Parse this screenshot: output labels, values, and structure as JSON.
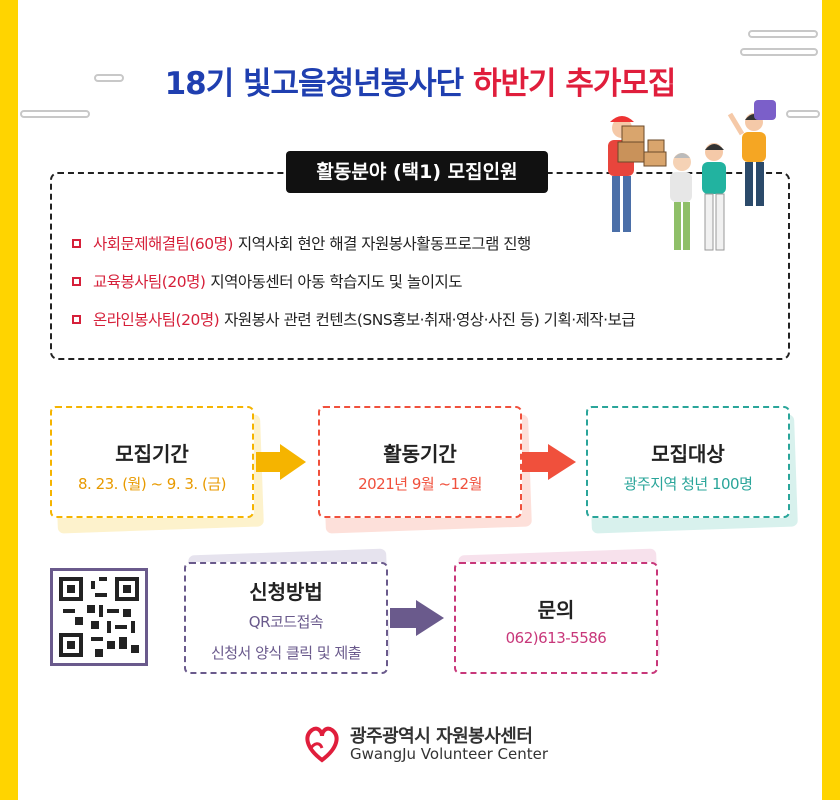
{
  "title": {
    "part1": "18기 빛고을청년봉사단",
    "part2": "하반기 추가모집"
  },
  "activity": {
    "header": "활동분야 (택1) 모집인원",
    "items": [
      {
        "team": "사회문제해결팀(60명)",
        "desc": "지역사회 현안 해결 자원봉사활동프로그램 진행"
      },
      {
        "team": "교육봉사팀(20명)",
        "desc": "지역아동센터 아동 학습지도 및 놀이지도"
      },
      {
        "team": "온라인봉사팀(20명)",
        "desc": "자원봉사 관련 컨텐츠(SNS홍보·취재·영상·사진 등) 기획·제작·보급"
      }
    ]
  },
  "recruit_period": {
    "label": "모집기간",
    "value": "8. 23. (월) ~ 9. 3. (금)"
  },
  "activity_period": {
    "label": "활동기간",
    "value": "2021년 9월 ~12월"
  },
  "target": {
    "label": "모집대상",
    "value": "광주지역 청년 100명"
  },
  "apply": {
    "label": "신청방법",
    "line1": "QR코드접속",
    "line2": "신청서 양식 클릭 및 제출"
  },
  "contact": {
    "label": "문의",
    "value": "062)613-5586"
  },
  "logo": {
    "ko": "광주광역시 자원봉사센터",
    "en": "GwangJu Volunteer Center"
  },
  "colors": {
    "yellow": "#f5b400",
    "red": "#f0503c",
    "teal": "#2aa59a",
    "purple": "#6a5a8c",
    "pink": "#c8377a"
  }
}
